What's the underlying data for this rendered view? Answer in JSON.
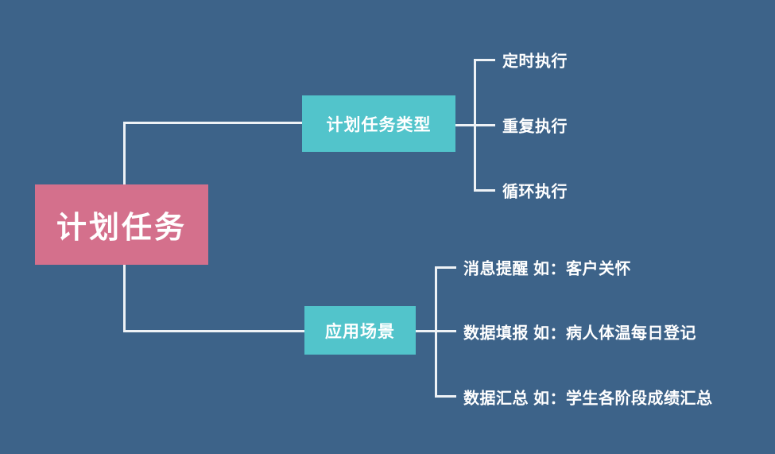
{
  "diagram": {
    "type": "mindmap",
    "title": "计划任务",
    "background_color": "#3D6389",
    "root": {
      "label": "计划任务",
      "color": "#D4708C",
      "text_color": "#FFFFFF"
    },
    "branches": [
      {
        "label": "计划任务类型",
        "color": "#52C4CB",
        "text_color": "#FFFFFF",
        "children": [
          {
            "label": "定时执行"
          },
          {
            "label": "重复执行"
          },
          {
            "label": "循环执行"
          }
        ]
      },
      {
        "label": "应用场景",
        "color": "#52C4CB",
        "text_color": "#FFFFFF",
        "children": [
          {
            "label": "消息提醒 如：客户关怀"
          },
          {
            "label": "数据填报 如：病人体温每日登记"
          },
          {
            "label": "数据汇总 如：学生各阶段成绩汇总"
          }
        ]
      }
    ],
    "connector_color": "#EEF2F6"
  }
}
